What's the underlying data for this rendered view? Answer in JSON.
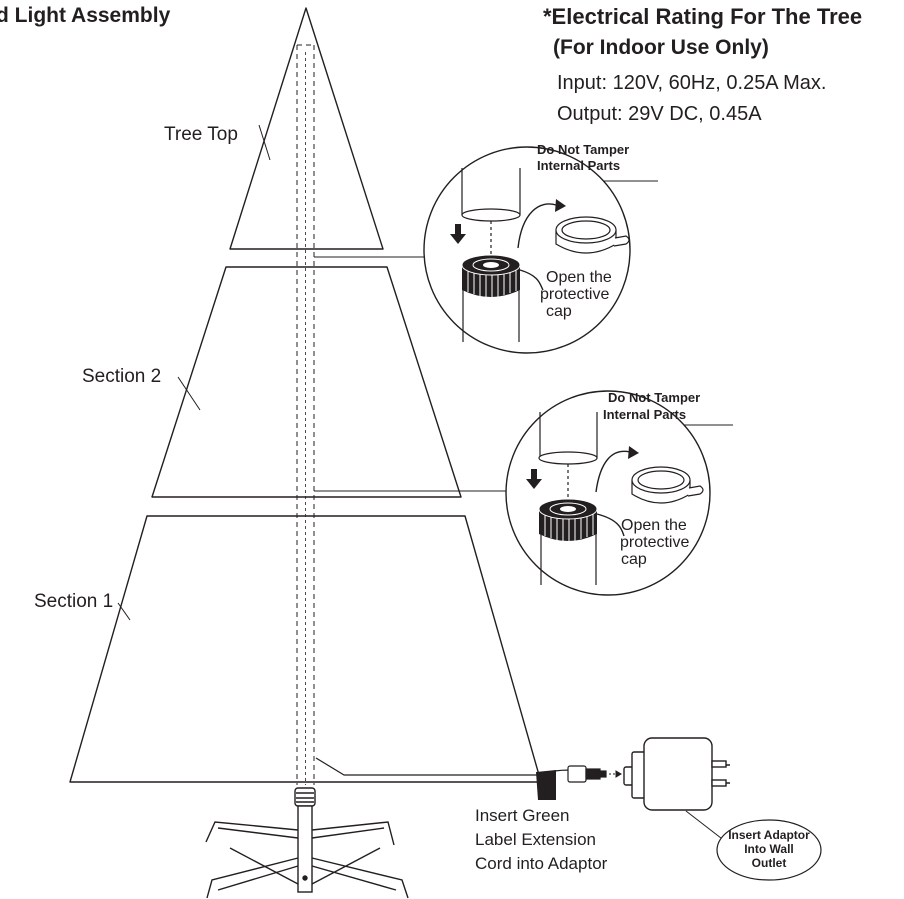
{
  "title": "d Light Assembly",
  "rating": {
    "heading": "*Electrical Rating For The Tree",
    "subheading": "(For Indoor Use Only)",
    "input": "Input: 120V, 60Hz, 0.25A Max.",
    "output": "Output: 29V DC, 0.45A"
  },
  "sections": {
    "top": "Tree Top",
    "section2": "Section 2",
    "section1": "Section 1"
  },
  "detail_top": {
    "warning_line1": "Do Not Tamper",
    "warning_line2": "Internal Parts",
    "cap_line1": "Open the",
    "cap_line2": "protective",
    "cap_line3": "cap"
  },
  "detail_middle": {
    "warning_line1": "Do Not Tamper",
    "warning_line2": "Internal Parts",
    "cap_line1": "Open the",
    "cap_line2": "protective",
    "cap_line3": "cap"
  },
  "extension": {
    "line1": "Insert Green",
    "line2": "Label Extension",
    "line3": "Cord into Adaptor"
  },
  "adaptor_callout": {
    "line1": "Insert Adaptor",
    "line2": "Into Wall",
    "line3": "Outlet"
  }
}
